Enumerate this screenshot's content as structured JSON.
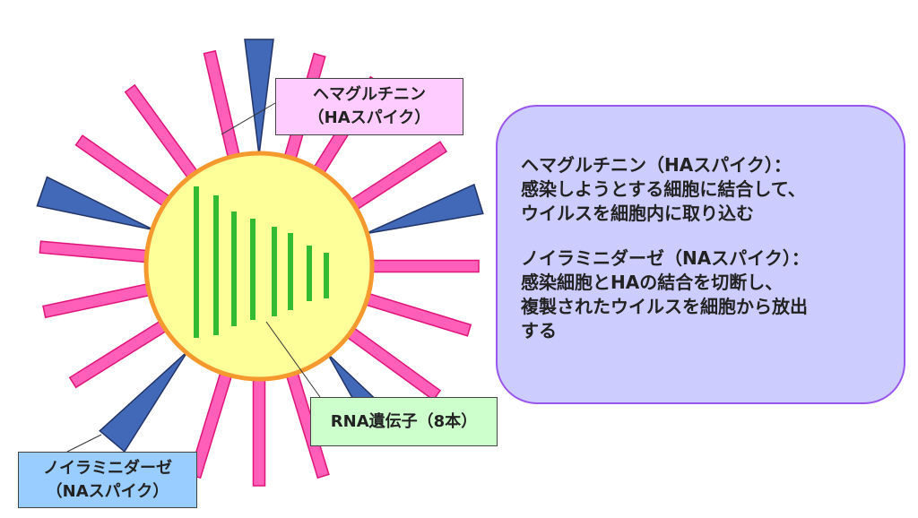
{
  "labels": {
    "ha": {
      "line1": "ヘマグルチニン",
      "line2": "（HAスパイク）"
    },
    "na": {
      "line1": "ノイラミニダーゼ",
      "line2": "（NAスパイク）"
    },
    "rna": "RNA遺伝子（8本）"
  },
  "info": {
    "ha_title": "ヘマグルチニン（HAスパイク）：",
    "ha_lines": [
      "感染しようとする細胞に結合して、",
      "ウイルスを細胞内に取り込む"
    ],
    "na_title": "ノイラミニダーゼ（NAスパイク）：",
    "na_lines": [
      "感染細胞とHAの結合を切断し、",
      "複製されたウイルスを細胞から放出",
      "する"
    ]
  },
  "colors": {
    "ha_spike": "#ff5fb8",
    "ha_spike_border": "#e01478",
    "na_spike": "#4169b8",
    "na_spike_border": "#223366",
    "envelope": "#ffff99",
    "envelope_border": "#f5992e",
    "rna": "#33bb33"
  },
  "rna_segment_count": 8
}
